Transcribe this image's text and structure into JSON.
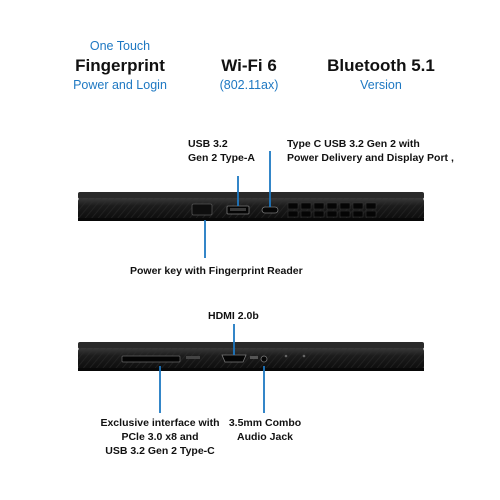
{
  "features": [
    {
      "sub_top": "One Touch",
      "main": "Fingerprint",
      "sub_bottom": "Power and Login"
    },
    {
      "sub_top": "",
      "main": "Wi-Fi 6",
      "sub_bottom": "(802.11ax)"
    },
    {
      "sub_top": "",
      "main": "Bluetooth 5.1",
      "sub_bottom": "Version"
    }
  ],
  "ports": {
    "usb_a": {
      "line1": "USB 3.2",
      "line2": "Gen 2 Type-A"
    },
    "usb_c": {
      "line1": "Type C USB 3.2 Gen 2 with",
      "line2": "Power Delivery and Display Port ,"
    },
    "power_key": "Power key with Fingerprint Reader",
    "hdmi": "HDMI 2.0b",
    "interface": {
      "line1": "Exclusive interface with",
      "line2": "PCle 3.0 x8 and",
      "line3": "USB 3.2 Gen 2 Type-C"
    },
    "audio": {
      "line1": "3.5mm Combo",
      "line2": "Audio Jack"
    }
  },
  "colors": {
    "accent": "#1e78c2",
    "body": "#1b1b1b",
    "text": "#111111"
  }
}
